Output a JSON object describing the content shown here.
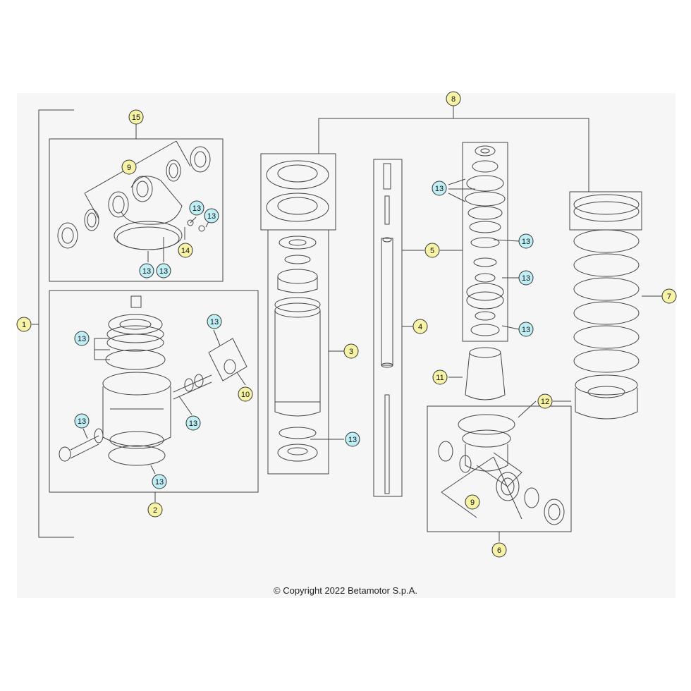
{
  "copyright": "© Copyright 2022 Betamotor S.p.A.",
  "colors": {
    "yellow_callout": "#f7f3a6",
    "cyan_callout": "#bfeff5",
    "callout_stroke": "#333333",
    "line": "#444444",
    "panel": "#f6f6f6"
  },
  "callouts": {
    "c1": "1",
    "c2": "2",
    "c3": "3",
    "c4": "4",
    "c5": "5",
    "c6": "6",
    "c7": "7",
    "c8": "8",
    "c9a": "9",
    "c9b": "9",
    "c10": "10",
    "c11": "11",
    "c12": "12",
    "c13": "13",
    "c14": "14",
    "c15": "15"
  }
}
